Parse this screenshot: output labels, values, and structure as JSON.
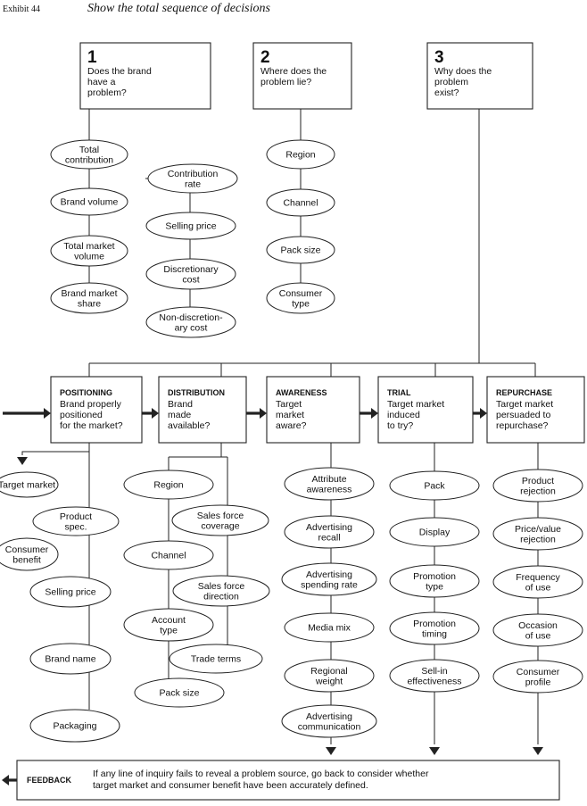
{
  "caption": {
    "exhibit": "Exhibit 44",
    "title": "Show the total sequence of decisions"
  },
  "questions": [
    {
      "number": "1",
      "lines": [
        "Does the brand",
        "have a",
        "problem?"
      ]
    },
    {
      "number": "2",
      "lines": [
        "Where does the",
        "problem lie?"
      ]
    },
    {
      "number": "3",
      "lines": [
        "Why does the",
        "problem",
        "exist?"
      ]
    }
  ],
  "q1_factors": [
    {
      "lines": [
        "Total",
        "contribution"
      ]
    },
    {
      "lines": [
        "Brand volume"
      ]
    },
    {
      "lines": [
        "Total market",
        "volume"
      ]
    },
    {
      "lines": [
        "Brand market",
        "share"
      ]
    },
    {
      "lines": [
        "Contribution",
        "rate"
      ]
    },
    {
      "lines": [
        "Selling price"
      ]
    },
    {
      "lines": [
        "Discretionary",
        "cost"
      ]
    },
    {
      "lines": [
        "Non-discretion-",
        "ary cost"
      ]
    }
  ],
  "q2_factors": [
    {
      "lines": [
        "Region"
      ]
    },
    {
      "lines": [
        "Channel"
      ]
    },
    {
      "lines": [
        "Pack size"
      ]
    },
    {
      "lines": [
        "Consumer",
        "type"
      ]
    }
  ],
  "stages": [
    {
      "heading": "POSITIONING",
      "lines": [
        "Brand properly",
        "positioned",
        "for the market?"
      ]
    },
    {
      "heading": "DISTRIBUTION",
      "lines": [
        "Brand",
        "made",
        "available?"
      ]
    },
    {
      "heading": "AWARENESS",
      "lines": [
        "Target",
        "market",
        "aware?"
      ]
    },
    {
      "heading": "TRIAL",
      "lines": [
        "Target market",
        "induced",
        "to try?"
      ]
    },
    {
      "heading": "REPURCHASE",
      "lines": [
        "Target market",
        "persuaded to",
        "repurchase?"
      ]
    }
  ],
  "positioning_factors": [
    {
      "lines": [
        "Target market"
      ]
    },
    {
      "lines": [
        "Product",
        "spec."
      ]
    },
    {
      "lines": [
        "Consumer",
        "benefit"
      ]
    },
    {
      "lines": [
        "Selling price"
      ]
    },
    {
      "lines": [
        "Brand name"
      ]
    },
    {
      "lines": [
        "Packaging"
      ]
    }
  ],
  "distribution_factors": [
    {
      "lines": [
        "Region"
      ]
    },
    {
      "lines": [
        "Channel"
      ]
    },
    {
      "lines": [
        "Account",
        "type"
      ]
    },
    {
      "lines": [
        "Pack size"
      ]
    },
    {
      "lines": [
        "Sales force",
        "coverage"
      ]
    },
    {
      "lines": [
        "Sales force",
        "direction"
      ]
    },
    {
      "lines": [
        "Trade terms"
      ]
    }
  ],
  "awareness_factors": [
    {
      "lines": [
        "Attribute",
        "awareness"
      ]
    },
    {
      "lines": [
        "Advertising",
        "recall"
      ]
    },
    {
      "lines": [
        "Advertising",
        "spending rate"
      ]
    },
    {
      "lines": [
        "Media mix"
      ]
    },
    {
      "lines": [
        "Regional",
        "weight"
      ]
    },
    {
      "lines": [
        "Advertising",
        "communication"
      ]
    }
  ],
  "trial_factors": [
    {
      "lines": [
        "Pack"
      ]
    },
    {
      "lines": [
        "Display"
      ]
    },
    {
      "lines": [
        "Promotion",
        "type"
      ]
    },
    {
      "lines": [
        "Promotion",
        "timing"
      ]
    },
    {
      "lines": [
        "Sell-in",
        "effectiveness"
      ]
    }
  ],
  "repurchase_factors": [
    {
      "lines": [
        "Product",
        "rejection"
      ]
    },
    {
      "lines": [
        "Price/value",
        "rejection"
      ]
    },
    {
      "lines": [
        "Frequency",
        "of use"
      ]
    },
    {
      "lines": [
        "Occasion",
        "of use"
      ]
    },
    {
      "lines": [
        "Consumer",
        "profile"
      ]
    }
  ],
  "feedback": {
    "label": "FEEDBACK",
    "lines": [
      "If any line of inquiry fails to reveal a problem source, go back to consider whether",
      "target market and consumer benefit have been accurately defined."
    ]
  }
}
